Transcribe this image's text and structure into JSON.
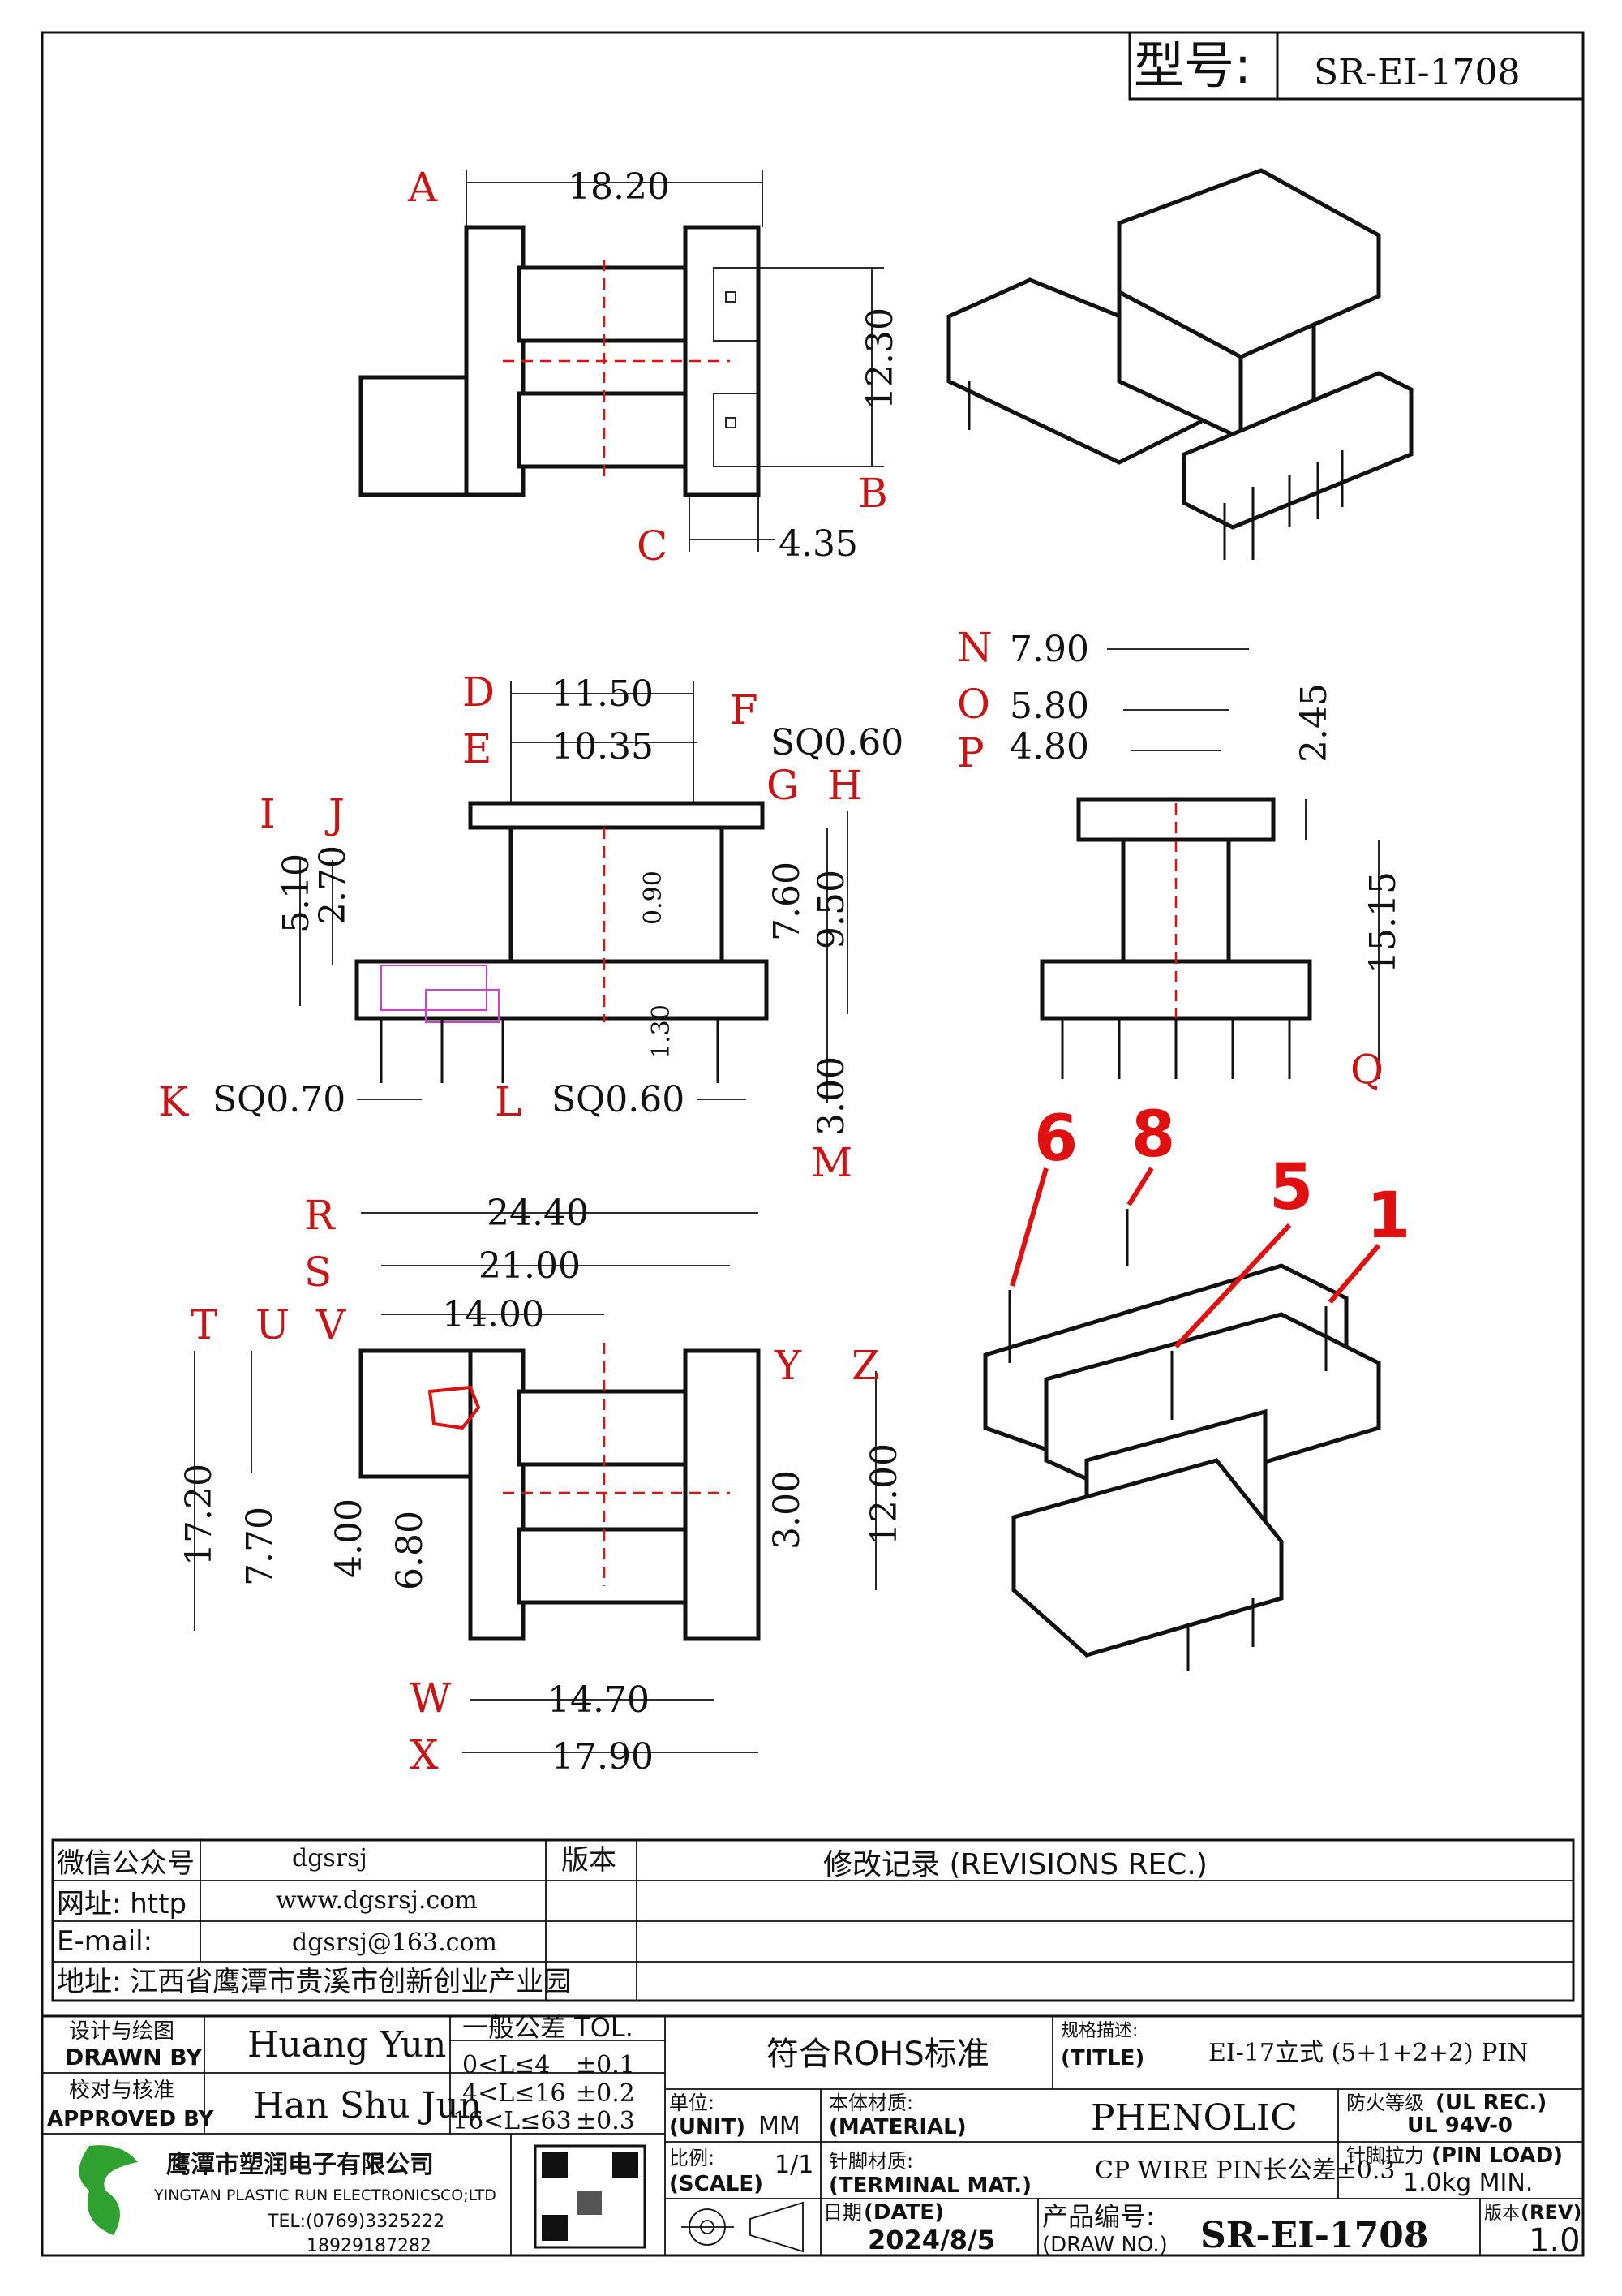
{
  "header": {
    "model_label": "型号:",
    "model_value": "SR-EI-1708"
  },
  "dimensions": {
    "A": "18.20",
    "B": "12.30",
    "C": "4.35",
    "D": "11.50",
    "E": "10.35",
    "F": "SQ0.60",
    "I_J_outer": "5.10",
    "I_J_inner": "2.70",
    "G_H_a": "7.60",
    "G_H_b": "9.50",
    "center_small": "0.90",
    "bottom_small": "1.30",
    "K": "SQ0.70",
    "L": "SQ0.60",
    "M": "3.00",
    "N": "7.90",
    "O": "5.80",
    "P": "4.80",
    "top_pin": "2.45",
    "Q": "15.15",
    "R": "24.40",
    "S": "21.00",
    "V": "14.00",
    "T": "17.20",
    "U": "7.70",
    "V_small": "4.00",
    "W_side": "6.80",
    "Y": "3.00",
    "Z": "12.00",
    "W": "14.70",
    "X": "17.90"
  },
  "letters": [
    "A",
    "B",
    "C",
    "D",
    "E",
    "F",
    "G",
    "H",
    "I",
    "J",
    "K",
    "L",
    "M",
    "N",
    "O",
    "P",
    "Q",
    "R",
    "S",
    "T",
    "U",
    "V",
    "W",
    "X",
    "Y",
    "Z"
  ],
  "pin_numbers": [
    "6",
    "8",
    "5",
    "1"
  ],
  "info": {
    "wechat_label": "微信公众号",
    "wechat_value": "dgsrsj",
    "web_label": "网址: http",
    "web_value": "www.dgsrsj.com",
    "email_label": "E-mail:",
    "email_value": "dgsrsj@163.com",
    "address": "地址: 江西省鹰潭市贵溪市创新创业产业园",
    "rev_col": "版本",
    "rev_title": "修改记录 (REVISIONS REC.)"
  },
  "title_block": {
    "drawn_cn": "设计与绘图",
    "drawn_en": "DRAWN BY",
    "drawn_name": "Huang Yun",
    "approved_cn": "校对与核准",
    "approved_en": "APPROVED BY",
    "approved_name": "Han Shu Jun",
    "tol_title": "一般公差 TOL.",
    "tol_rows": [
      [
        "0<L≤4",
        "±0.1"
      ],
      [
        "4<L≤16",
        "±0.2"
      ],
      [
        "16<L≤63",
        "±0.3"
      ]
    ],
    "rohs": "符合ROHS标准",
    "title_cn": "规格描述:",
    "title_en": "(TITLE)",
    "title_value": "EI-17立式 (5+1+2+2) PIN",
    "unit_cn": "单位:",
    "unit_en": "(UNIT)",
    "unit_value": "MM",
    "material_cn": "本体材质:",
    "material_en": "(MATERIAL)",
    "material_value": "PHENOLIC",
    "fire_cn": "防火等级",
    "fire_en": "(UL REC.)",
    "fire_value": "UL 94V-0",
    "scale_cn": "比例:",
    "scale_en": "(SCALE)",
    "scale_value": "1/1",
    "terminal_cn": "针脚材质:",
    "terminal_en": "(TERMINAL MAT.)",
    "terminal_value": "CP WIRE  PIN长公差±0.3",
    "pinload_cn": "针脚拉力",
    "pinload_en": "(PIN LOAD)",
    "pinload_value": "1.0kg MIN.",
    "date_cn": "日期",
    "date_en": "(DATE)",
    "date_value": "2024/8/5",
    "drawno_cn": "产品编号:",
    "drawno_en": "(DRAW NO.)",
    "drawno_value": "SR-EI-1708",
    "rev_cn": "版本",
    "rev_en": "(REV)",
    "rev_value": "1.0",
    "company_cn": "鹰潭市塑润电子有限公司",
    "company_en": "YINGTAN PLASTIC RUN ELECTRONICSCO;LTD",
    "tel": "TEL:(0769)3325222",
    "mobile": "18929187282"
  },
  "colors": {
    "red": "#e01010",
    "magenta": "#d040d0",
    "green": "#30a030"
  }
}
